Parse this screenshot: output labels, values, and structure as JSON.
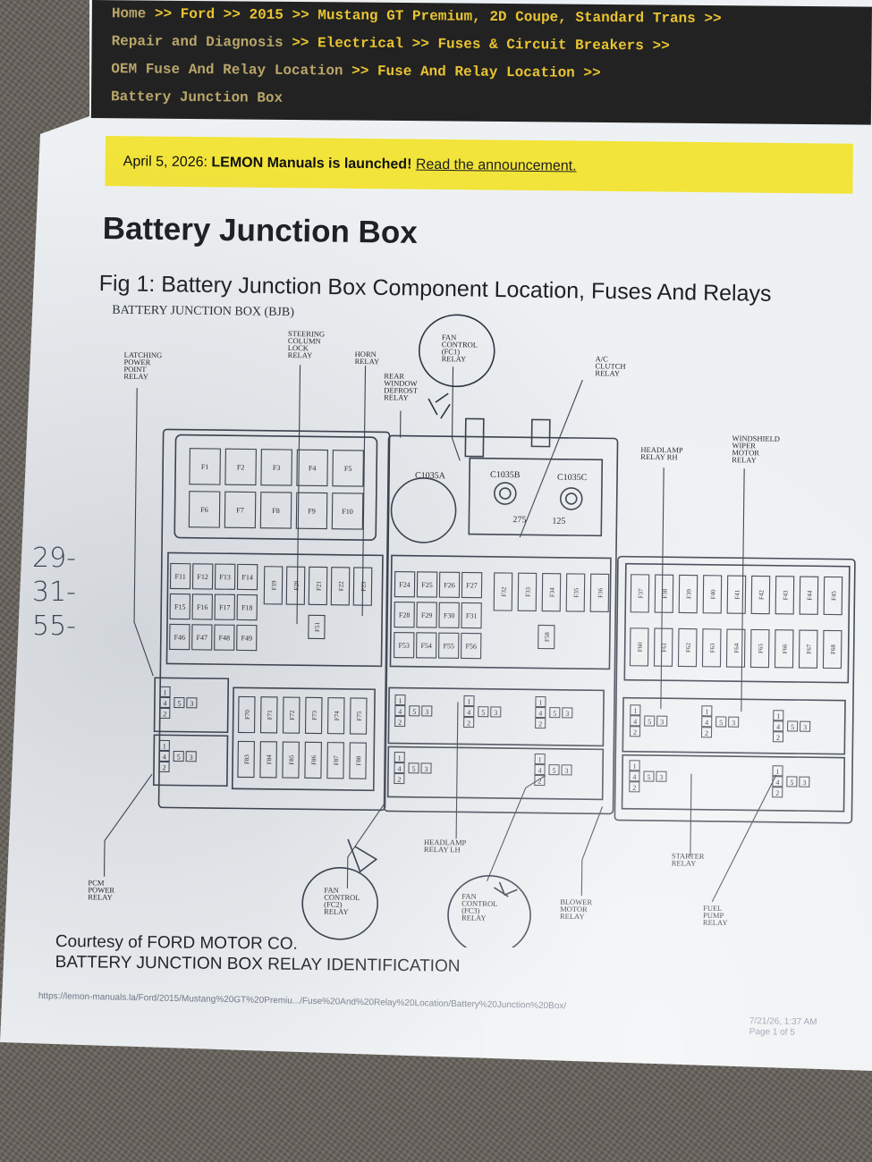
{
  "breadcrumbs": [
    [
      "Home",
      "Ford",
      "2015",
      "Mustang GT Premium, 2D Coupe, Standard Trans"
    ],
    [
      "Repair and Diagnosis",
      "Electrical",
      "Fuses & Circuit Breakers"
    ],
    [
      "OEM Fuse And Relay Location",
      "Fuse And Relay Location"
    ],
    [
      "Battery Junction Box"
    ]
  ],
  "breadcrumb_sep": ">>",
  "banner": {
    "date": "April 5, 2026:",
    "headline": "LEMON Manuals is launched!",
    "link": "Read the announcement."
  },
  "page_title": "Battery Junction Box",
  "figure_caption": "Fig 1: Battery Junction Box Component Location, Fuses And Relays",
  "diagram": {
    "heading": "BATTERY JUNCTION BOX (BJB)",
    "labels": {
      "latching": [
        "LATCHING",
        "POWER",
        "POINT",
        "RELAY"
      ],
      "steering": [
        "STEERING",
        "COLUMN",
        "LOCK",
        "RELAY"
      ],
      "horn": [
        "HORN",
        "RELAY"
      ],
      "rear": [
        "REAR",
        "WINDOW",
        "DEFROST",
        "RELAY"
      ],
      "fan_top": [
        "FAN",
        "CONTROL",
        "(FC1)",
        "RELAY"
      ],
      "ac": [
        "A/C",
        "CLUTCH",
        "RELAY"
      ],
      "headlamp_rh": [
        "HEADLAMP",
        "RELAY RH"
      ],
      "wiper": [
        "WINDSHIELD",
        "WIPER",
        "MOTOR",
        "RELAY"
      ],
      "pcm": [
        "PCM",
        "POWER",
        "RELAY"
      ],
      "fan_left": [
        "FAN",
        "CONTROL",
        "(FC2)",
        "RELAY"
      ],
      "fan_mid": [
        "FAN",
        "CONTROL",
        "(FC3)",
        "RELAY"
      ],
      "headlamp_lh": [
        "HEADLAMP",
        "RELAY LH"
      ],
      "blower": [
        "BLOWER",
        "MOTOR",
        "RELAY"
      ],
      "starter": [
        "STARTER",
        "RELAY"
      ],
      "fuel": [
        "FUEL",
        "PUMP",
        "RELAY"
      ]
    },
    "connectors": [
      "C1035A",
      "C1035B",
      "C1035C"
    ],
    "connector_values": [
      "275",
      "125"
    ],
    "fuses_top": [
      "F1",
      "F2",
      "F3",
      "F4",
      "F5",
      "F6",
      "F7",
      "F8",
      "F9",
      "F10"
    ],
    "fuses_left_mini": [
      "F11",
      "F12",
      "F13",
      "F14",
      "F15",
      "F16",
      "F17",
      "F18",
      "F46",
      "F47",
      "F48",
      "F49"
    ],
    "fuses_left_tall": [
      "F19",
      "F20",
      "F21",
      "F22",
      "F23"
    ],
    "fuses_left_single": [
      "F51"
    ],
    "fuses_mid_mini": [
      "F24",
      "F25",
      "F26",
      "F27",
      "F28",
      "F29",
      "F30",
      "F31",
      "F53",
      "F54",
      "F55",
      "F56"
    ],
    "fuses_mid_tall": [
      "F32",
      "F33",
      "F34",
      "F35",
      "F36"
    ],
    "fuses_mid_single": [
      "F58"
    ],
    "fuses_right": [
      "F37",
      "F38",
      "F39",
      "F40",
      "F41",
      "F42",
      "F43",
      "F44",
      "F45",
      "F60",
      "F61",
      "F62",
      "F63",
      "F64",
      "F65",
      "F66",
      "F67",
      "F68"
    ],
    "fuses_bottom": [
      "F70",
      "F71",
      "F72",
      "F73",
      "F74",
      "F75",
      "F83",
      "F84",
      "F85",
      "F86",
      "F87",
      "F88"
    ]
  },
  "handwriting": [
    "29-",
    "31-",
    "55-"
  ],
  "courtesy": [
    "Courtesy of FORD MOTOR CO.",
    "BATTERY JUNCTION BOX RELAY IDENTIFICATION"
  ],
  "footer": {
    "url": "https://lemon-manuals.la/Ford/2015/Mustang%20GT%20Premiu.../Fuse%20And%20Relay%20Location/Battery%20Junction%20Box/",
    "date": "7/21/26, 1:37 AM",
    "page": "Page 1 of 5"
  }
}
